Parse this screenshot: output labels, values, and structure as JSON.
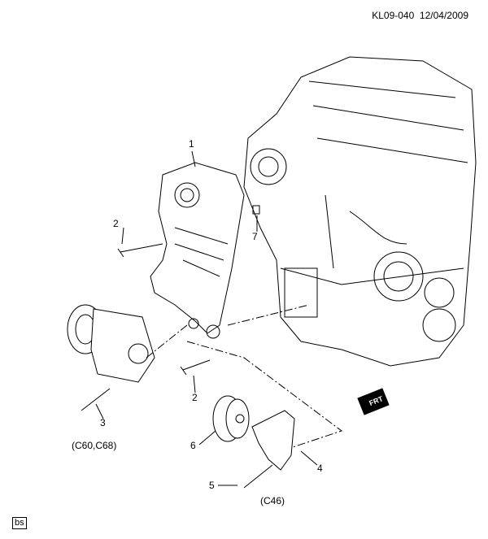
{
  "header": {
    "code": "KL09-040",
    "date": "12/04/2009",
    "text": "KL09-040  12/04/2009"
  },
  "callouts": {
    "p1": "1",
    "p2a": "2",
    "p7": "7",
    "p2b": "2",
    "p3": "3",
    "p6": "6",
    "p4": "4",
    "p5": "5"
  },
  "notes": {
    "c60": "(C60,C68)",
    "c46": "(C46)"
  },
  "direction": {
    "label": "FRT"
  },
  "footer": {
    "tag": "bs"
  }
}
